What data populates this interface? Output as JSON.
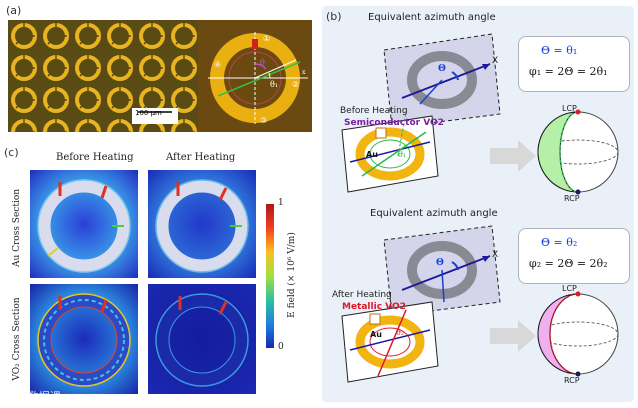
{
  "panel_a": {
    "label": "(a)",
    "scale_bar": "100 μm",
    "zoom_labels": {
      "theta": "θ",
      "theta1": "θ₁",
      "n1": "①",
      "n2": "②",
      "n3": "③",
      "n4": "④",
      "x": "x"
    }
  },
  "panel_b": {
    "label": "(b)",
    "top": {
      "plane_title": "Equivalent azimuth angle",
      "theta": "Θ",
      "x": "X",
      "box_line1": "Θ = θ₁",
      "box_line2": "φ₁ = 2Θ = 2θ₁",
      "heating": "Before Heating",
      "material": "Semiconductor VO2",
      "au": "Au",
      "theta_small": "θ₁",
      "lcp": "LCP",
      "rcp": "RCP"
    },
    "bottom": {
      "plane_title": "Equivalent azimuth angle",
      "theta": "Θ",
      "x": "X",
      "box_line1": "Θ = θ₂",
      "box_line2": "φ₂ = 2Θ = 2θ₂",
      "heating": "After Heating",
      "material": "Metallic VO2",
      "au": "Au",
      "theta_small": "θ₂",
      "lcp": "LCP",
      "rcp": "RCP"
    },
    "colors": {
      "semiconductor": "#7a1fa2",
      "metallic": "#e0182b",
      "box_text": "#1a3fd6",
      "green": "#2bb84a"
    }
  },
  "panel_c": {
    "label": "(c)",
    "col1": "Before Heating",
    "col2": "After Heating",
    "row1": "Au Cross Section",
    "row2": "VO₂ Cross Section",
    "colorbar_label": "E field (× 10⁶ V/m)",
    "colorbar_max": "1",
    "colorbar_min": "0"
  },
  "watermark": "大数据课"
}
